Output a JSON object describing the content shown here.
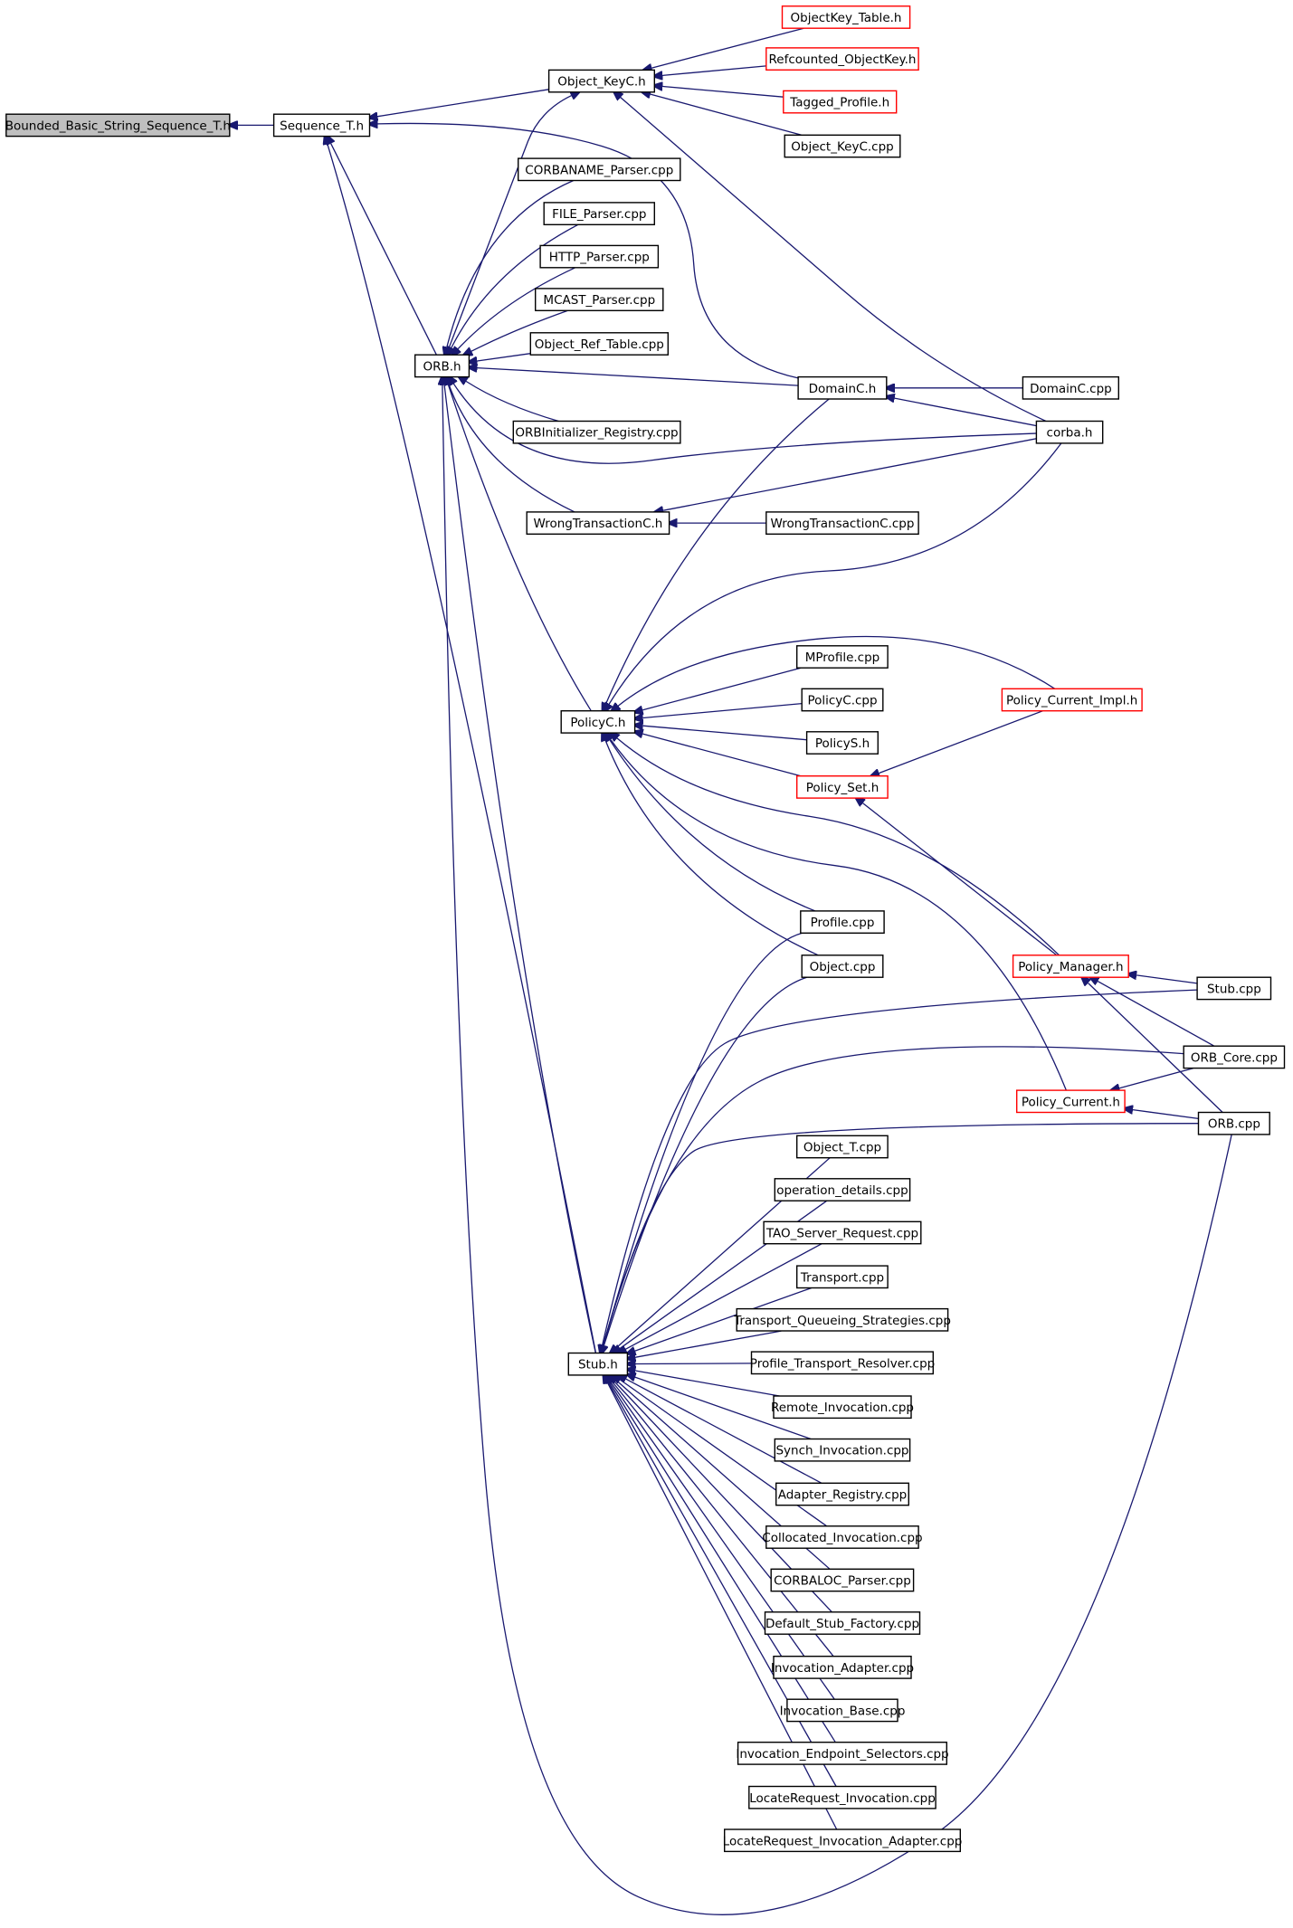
{
  "colors": {
    "edge": "#191970",
    "box_border_black": "#000000",
    "box_border_red": "#ff0000",
    "root_fill": "#bfbfbf",
    "box_fill": "#ffffff"
  },
  "nodes": [
    {
      "id": "bbss",
      "label": "Bounded_Basic_String_Sequence_T.h",
      "style": "root"
    },
    {
      "id": "seq",
      "label": "Sequence_T.h",
      "style": "normal"
    },
    {
      "id": "okc",
      "label": "Object_KeyC.h",
      "style": "normal"
    },
    {
      "id": "okt",
      "label": "ObjectKey_Table.h",
      "style": "red"
    },
    {
      "id": "rok",
      "label": "Refcounted_ObjectKey.h",
      "style": "red"
    },
    {
      "id": "tp",
      "label": "Tagged_Profile.h",
      "style": "red"
    },
    {
      "id": "okcpp",
      "label": "Object_KeyC.cpp",
      "style": "normal"
    },
    {
      "id": "corbaname",
      "label": "CORBANAME_Parser.cpp",
      "style": "normal"
    },
    {
      "id": "file",
      "label": "FILE_Parser.cpp",
      "style": "normal"
    },
    {
      "id": "http",
      "label": "HTTP_Parser.cpp",
      "style": "normal"
    },
    {
      "id": "mcast",
      "label": "MCAST_Parser.cpp",
      "style": "normal"
    },
    {
      "id": "ort",
      "label": "Object_Ref_Table.cpp",
      "style": "normal"
    },
    {
      "id": "orbh",
      "label": "ORB.h",
      "style": "normal"
    },
    {
      "id": "domh",
      "label": "DomainC.h",
      "style": "normal"
    },
    {
      "id": "domcpp",
      "label": "DomainC.cpp",
      "style": "normal"
    },
    {
      "id": "orbinit",
      "label": "ORBInitializer_Registry.cpp",
      "style": "normal"
    },
    {
      "id": "corba",
      "label": "corba.h",
      "style": "normal"
    },
    {
      "id": "wth",
      "label": "WrongTransactionC.h",
      "style": "normal"
    },
    {
      "id": "wtcpp",
      "label": "WrongTransactionC.cpp",
      "style": "normal"
    },
    {
      "id": "mprof",
      "label": "MProfile.cpp",
      "style": "normal"
    },
    {
      "id": "pcur_impl",
      "label": "Policy_Current_Impl.h",
      "style": "red"
    },
    {
      "id": "pch",
      "label": "PolicyC.h",
      "style": "normal"
    },
    {
      "id": "pccpp",
      "label": "PolicyC.cpp",
      "style": "normal"
    },
    {
      "id": "psh",
      "label": "PolicyS.h",
      "style": "normal"
    },
    {
      "id": "pset",
      "label": "Policy_Set.h",
      "style": "red"
    },
    {
      "id": "prof",
      "label": "Profile.cpp",
      "style": "normal"
    },
    {
      "id": "objcpp",
      "label": "Object.cpp",
      "style": "normal"
    },
    {
      "id": "pman",
      "label": "Policy_Manager.h",
      "style": "red"
    },
    {
      "id": "stubcpp",
      "label": "Stub.cpp",
      "style": "normal"
    },
    {
      "id": "orbcore",
      "label": "ORB_Core.cpp",
      "style": "normal"
    },
    {
      "id": "pcur",
      "label": "Policy_Current.h",
      "style": "red"
    },
    {
      "id": "orbcpp",
      "label": "ORB.cpp",
      "style": "normal"
    },
    {
      "id": "objt",
      "label": "Object_T.cpp",
      "style": "normal"
    },
    {
      "id": "opdet",
      "label": "operation_details.cpp",
      "style": "normal"
    },
    {
      "id": "tsr",
      "label": "TAO_Server_Request.cpp",
      "style": "normal"
    },
    {
      "id": "transport",
      "label": "Transport.cpp",
      "style": "normal"
    },
    {
      "id": "tqs",
      "label": "Transport_Queueing_Strategies.cpp",
      "style": "normal"
    },
    {
      "id": "stubh",
      "label": "Stub.h",
      "style": "normal"
    },
    {
      "id": "ptr",
      "label": "Profile_Transport_Resolver.cpp",
      "style": "normal"
    },
    {
      "id": "remote",
      "label": "Remote_Invocation.cpp",
      "style": "normal"
    },
    {
      "id": "synch",
      "label": "Synch_Invocation.cpp",
      "style": "normal"
    },
    {
      "id": "adreg",
      "label": "Adapter_Registry.cpp",
      "style": "normal"
    },
    {
      "id": "colloc",
      "label": "Collocated_Invocation.cpp",
      "style": "normal"
    },
    {
      "id": "corbaloc",
      "label": "CORBALOC_Parser.cpp",
      "style": "normal"
    },
    {
      "id": "dsf",
      "label": "Default_Stub_Factory.cpp",
      "style": "normal"
    },
    {
      "id": "invad",
      "label": "Invocation_Adapter.cpp",
      "style": "normal"
    },
    {
      "id": "invbase",
      "label": "Invocation_Base.cpp",
      "style": "normal"
    },
    {
      "id": "ies",
      "label": "Invocation_Endpoint_Selectors.cpp",
      "style": "normal"
    },
    {
      "id": "lri",
      "label": "LocateRequest_Invocation.cpp",
      "style": "normal"
    },
    {
      "id": "lria",
      "label": "LocateRequest_Invocation_Adapter.cpp",
      "style": "normal"
    }
  ]
}
